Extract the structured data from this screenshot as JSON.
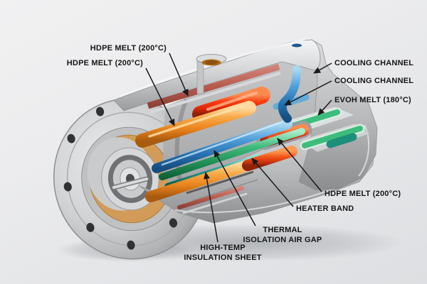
{
  "labels": {
    "hdpe_top1": "HDPE MELT (200°C)",
    "hdpe_top2": "HDPE MELT (200°C)",
    "cooling1": "COOLING CHANNEL",
    "cooling2": "COOLING CHANNEL",
    "evoh": "EVOH MELT (180°C)",
    "hdpe_right": "HDPE MELT (200°C)",
    "heater": "HEATER BAND",
    "thermal1": "THERMAL",
    "thermal2": "ISOLATION AIR GAP",
    "hightemp1": "HIGH-TEMP",
    "hightemp2": "INSULATION SHEET"
  },
  "colors": {
    "hdpe_melt_orange": "#f09a3c",
    "hot_melt_red": "#e83414",
    "cooling_blue": "#3c8fd0",
    "evoh_green": "#2fae6e",
    "heater_band_red": "#b85b4e",
    "metal_gray": "#c4c6c8",
    "background_gray": "#ebecee",
    "label_text": "#161616"
  }
}
